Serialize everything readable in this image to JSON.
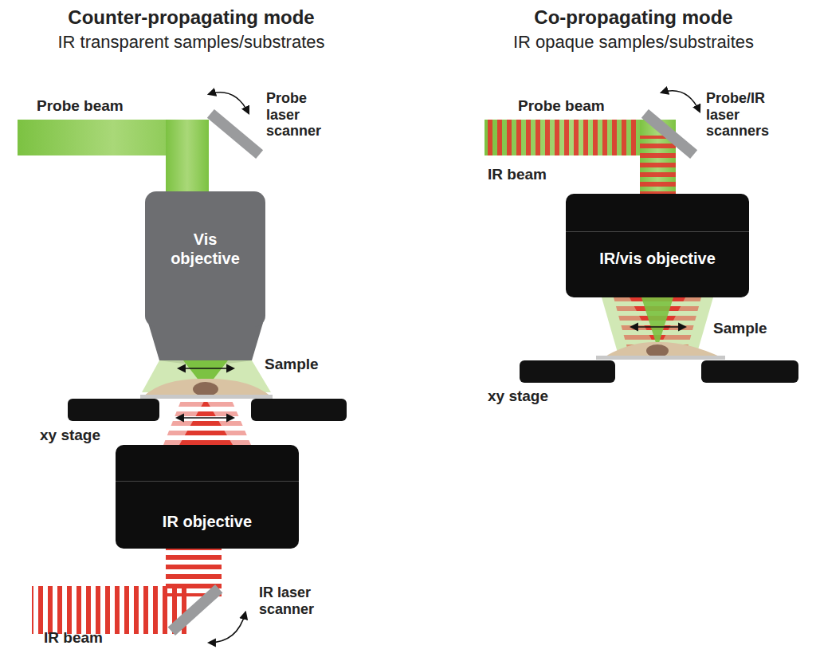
{
  "diagram": {
    "nodes": [
      {
        "text": [
          "Vis objective"
        ]
      },
      {
        "text": [
          "IR objective"
        ]
      },
      {
        "text": [
          "IR/vis objective"
        ]
      }
    ],
    "labels": [
      "Counter-propagating mode",
      "IR transparent samples/substrates",
      "Probe beam",
      "Probe laser scanner",
      "Sample",
      "xy stage",
      "IR beam",
      "IR laser scanner",
      "Co-propagating mode",
      "IR opaque samples/substraites",
      "Probe beam",
      "Probe/IR laser scanners",
      "IR beam",
      "Sample",
      "xy stage"
    ]
  }
}
